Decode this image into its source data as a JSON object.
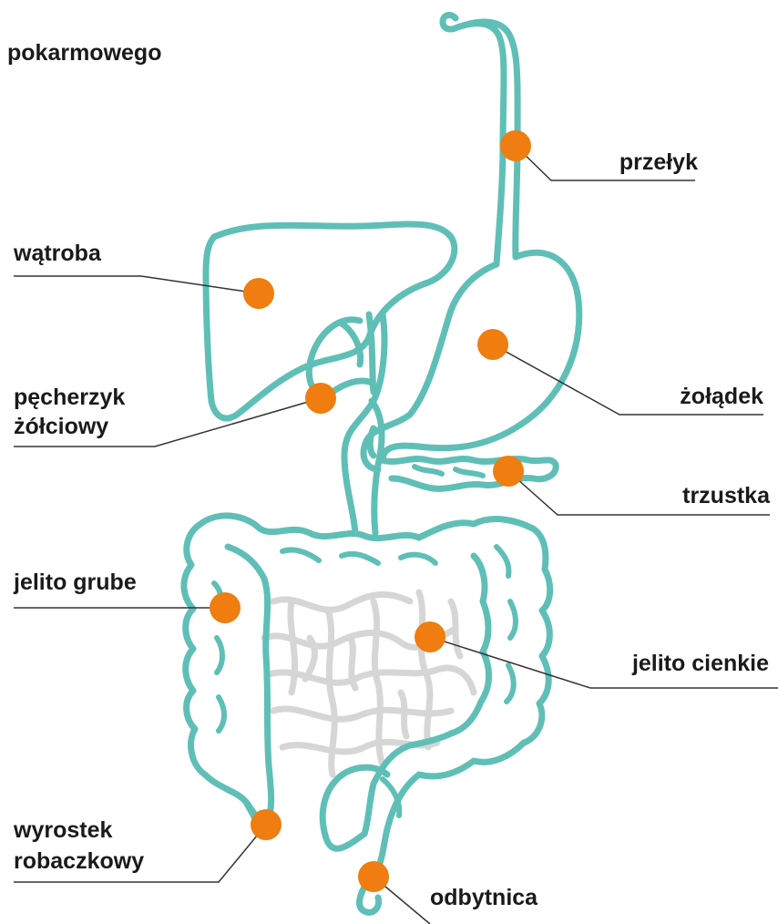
{
  "title": "pokarmowego",
  "colors": {
    "organ_outline": "#5fbfb7",
    "small_intestine": "#d6d6d6",
    "marker": "#ef7d0f",
    "leader": "#333333"
  },
  "labels": {
    "esophagus": "przełyk",
    "liver": "wątroba",
    "stomach": "żołądek",
    "gallbladder_line1": "pęcherzyk",
    "gallbladder_line2": "żółciowy",
    "pancreas": "trzustka",
    "large_intestine": "jelito grube",
    "small_intestine": "jelito cienkie",
    "appendix_line1": "wyrostek",
    "appendix_line2": "robaczkowy",
    "rectum": "odbytnica"
  }
}
